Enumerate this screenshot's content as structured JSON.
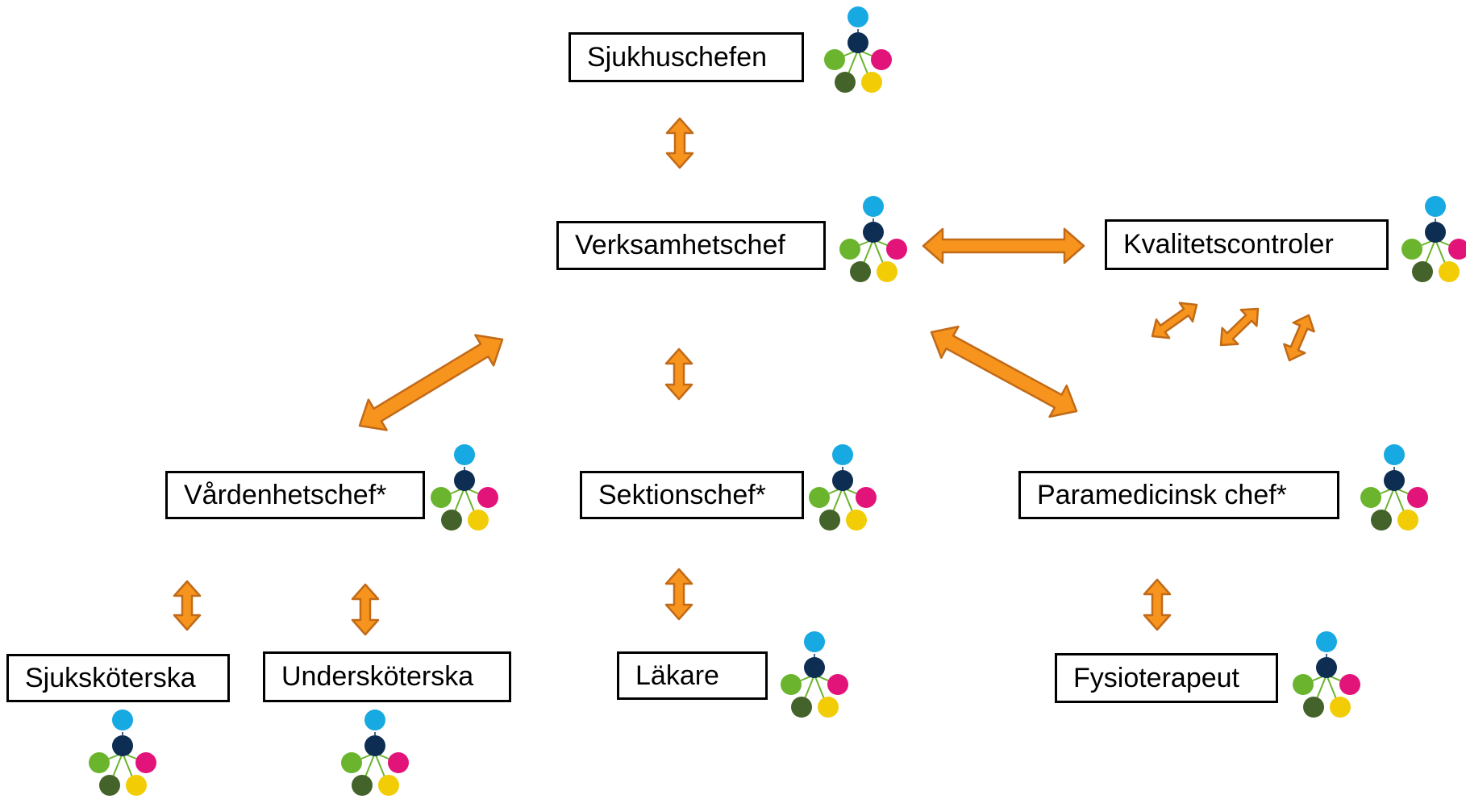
{
  "nodes": {
    "sjukhuschefen": "Sjukhuschefen",
    "verksamhetschef": "Verksamhetschef",
    "kvalitetscontroler": "Kvalitetscontroler",
    "vardenhetschef": "Vårdenhetschef*",
    "sektionschef": "Sektionschef*",
    "paramedicinsk": "Paramedicinsk chef*",
    "sjukskoterska": "Sjuksköterska",
    "underskoterska": "Undersköterska",
    "lakare": "Läkare",
    "fysioterapeut": "Fysioterapeut"
  },
  "icon_colors": {
    "top": "#17a9e1",
    "center": "#0d2d52",
    "right": "#e2147a",
    "left": "#6ab52d",
    "bottom_left": "#44632a",
    "bottom_right": "#f2cd06",
    "link": "#6ab52d"
  },
  "arrow_color": {
    "fill": "#f7941d",
    "stroke": "#c16a18"
  }
}
